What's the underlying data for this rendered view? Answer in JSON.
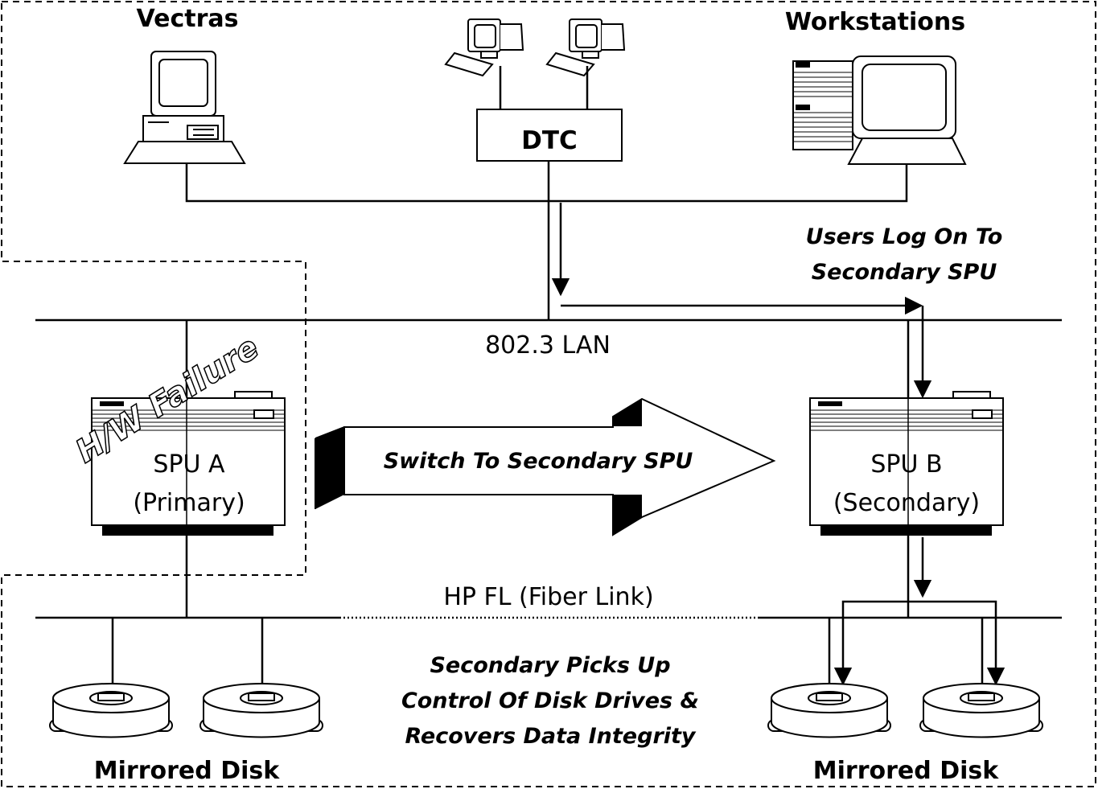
{
  "labels": {
    "vectras": "Vectras",
    "workstations": "Workstations",
    "dtc": "DTC",
    "lan": "802.3 LAN",
    "hpfl": "HP FL (Fiber Link)",
    "hw_failure": "H/W Failure",
    "spu_a": "SPU A",
    "spu_a_role": "(Primary)",
    "spu_b": "SPU B",
    "spu_b_role": "(Secondary)",
    "switch": "Switch To Secondary SPU",
    "users_line1": "Users Log On To",
    "users_line2": "Secondary SPU",
    "secondary_line1": "Secondary Picks Up",
    "secondary_line2": "Control Of Disk Drives &",
    "secondary_line3": "Recovers Data Integrity",
    "mirrored_left": "Mirrored Disk",
    "mirrored_right": "Mirrored Disk"
  },
  "icons": [
    "vectra-pc-icon",
    "terminal-icon",
    "workstation-icon",
    "spu-server-icon",
    "disk-drive-icon",
    "switch-arrow-icon"
  ]
}
